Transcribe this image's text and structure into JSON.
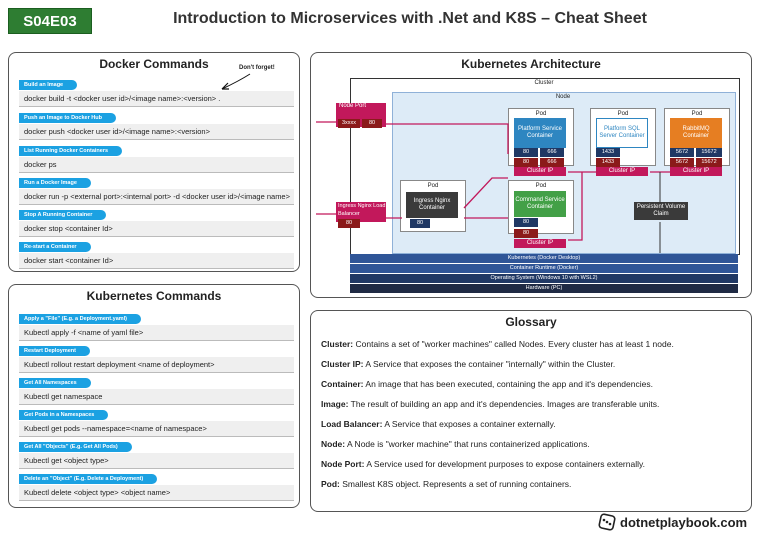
{
  "badge": "S04E03",
  "title": "Introduction to Microservices with .Net and K8S – Cheat Sheet",
  "docker": {
    "title": "Docker Commands",
    "note": "Don't forget!",
    "items": [
      {
        "label": "Build an Image",
        "code": "docker build -t <docker user id>/<image name>:<version> ."
      },
      {
        "label": "Push an Image to Docker Hub",
        "code": "docker push <docker user id>/<image name>:<version>"
      },
      {
        "label": "List Running Docker Containers",
        "code": "docker ps"
      },
      {
        "label": "Run a Docker Image",
        "code": "docker run -p <external port>:<internal port> -d <docker user id>/<image name>"
      },
      {
        "label": "Stop A Running Container",
        "code": "docker stop <container Id>"
      },
      {
        "label": "Re-start a Container",
        "code": "docker start <container Id>"
      }
    ]
  },
  "kube": {
    "title": "Kubernetes Commands",
    "items": [
      {
        "label": "Apply a \"File\" (E.g. a Deployment.yaml)",
        "code": "Kubectl apply -f <name of yaml file>"
      },
      {
        "label": "Restart Deployment",
        "code": "Kubectl rollout restart deployment <name of deployment>"
      },
      {
        "label": "Get All Namespaces",
        "code": "Kubectl get namespace"
      },
      {
        "label": "Get Pods in a Namespaces",
        "code": "Kubectl get pods --namespace=<name of namespace>"
      },
      {
        "label": "Get All \"Objects\" (E.g. Get All Pods)",
        "code": "Kubectl get <object type>"
      },
      {
        "label": "Delete an \"Object\" (E.g. Delete a Deployment)",
        "code": "Kubectl delete <object type> <object name>"
      }
    ]
  },
  "arch": {
    "title": "Kubernetes Architecture",
    "cluster": "Cluster",
    "node": "Node",
    "pod": "Pod",
    "nodeport": "Node Port",
    "nodeport_ext": "3xxxx",
    "nodeport_int": "80",
    "ingress": "Ingress Nginx Load Balancer",
    "ingress_port": "80",
    "ingress_container": "Ingress Nginx Container",
    "ingress_container_port": "80",
    "platform": "Platform Service Container",
    "platform_p1": "80",
    "platform_p2": "666",
    "command": "Command Service Container",
    "command_p": "80",
    "sql": "Platform SQL Server Container",
    "sql_p": "1433",
    "rabbit": "RabbitMQ Container",
    "rabbit_p1": "5672",
    "rabbit_p2": "15672",
    "clusterip": "Cluster IP",
    "persistent": "Persistent Volume Claim",
    "layers": [
      {
        "label": "Kubernetes (Docker Desktop)",
        "color": "#2f5597"
      },
      {
        "label": "Container Runtime (Docker)",
        "color": "#2f5597"
      },
      {
        "label": "Operating System (Windows 10 with WSL2)",
        "color": "#203864"
      },
      {
        "label": "Hardware (PC)",
        "color": "#1f2a44"
      }
    ]
  },
  "glossary": {
    "title": "Glossary",
    "items": [
      {
        "term": "Cluster:",
        "def": "Contains a set of \"worker machines\" called Nodes. Every cluster has at least 1 node."
      },
      {
        "term": "Cluster IP:",
        "def": "A Service that exposes the container \"internally\" within the Cluster."
      },
      {
        "term": "Container:",
        "def": "An image that has been executed, containing the app and it's dependencies."
      },
      {
        "term": "Image:",
        "def": "The result of building an app and it's dependencies. Images are transferable units."
      },
      {
        "term": "Load Balancer:",
        "def": "A Service that exposes a container externally."
      },
      {
        "term": "Node:",
        "def": "A Node is \"worker machine\" that runs containerized applications."
      },
      {
        "term": "Node Port:",
        "def": "A Service used for development purposes to expose containers externally."
      },
      {
        "term": "Pod:",
        "def": "Smallest K8S object. Represents a set of running containers."
      }
    ]
  },
  "footer": "dotnetplaybook.com"
}
